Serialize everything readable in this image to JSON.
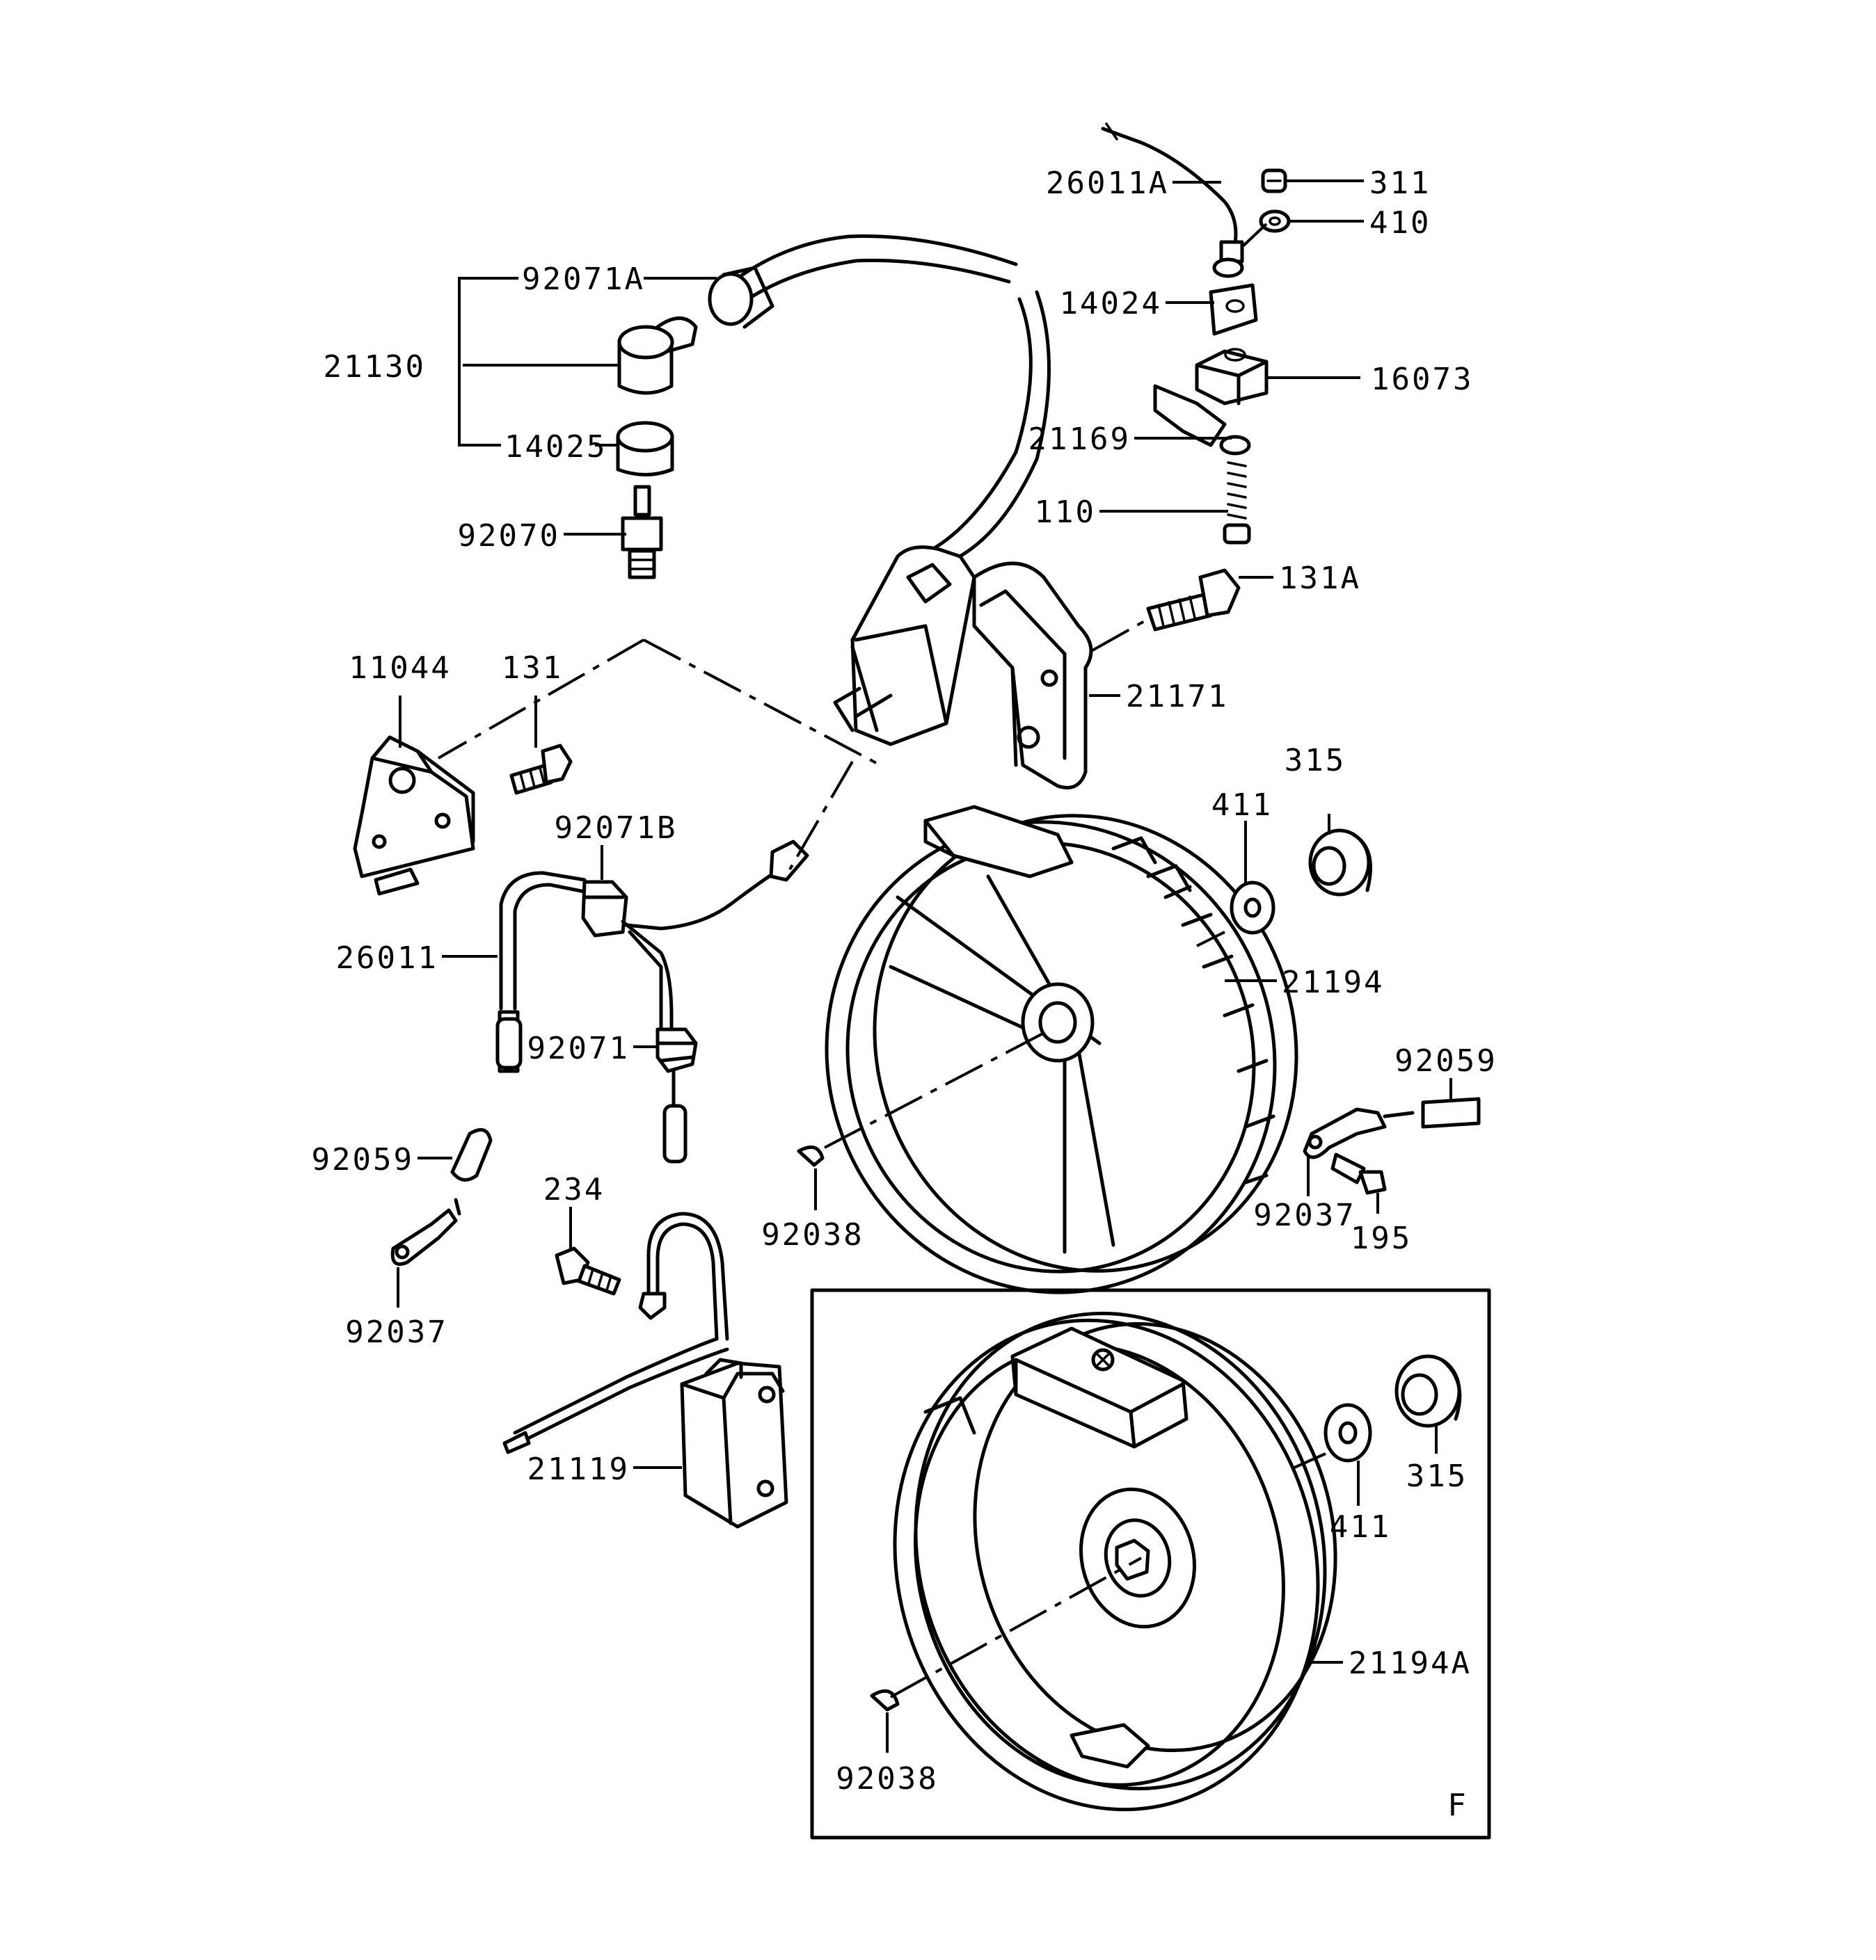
{
  "labels": {
    "p26011A": "26011A",
    "p311": "311",
    "p410": "410",
    "p92071A": "92071A",
    "p14024": "14024",
    "p21130": "21130",
    "p16073": "16073",
    "p14025": "14025",
    "p21169": "21169",
    "p110": "110",
    "p92070": "92070",
    "p131A": "131A",
    "p11044": "11044",
    "p131": "131",
    "p21171": "21171",
    "p315a": "315",
    "p411a": "411",
    "p92071B": "92071B",
    "p26011": "26011",
    "p21194": "21194",
    "p92071": "92071",
    "p92059a": "92059",
    "p92059b": "92059",
    "p92037a": "92037",
    "p92037b": "92037",
    "p195": "195",
    "p234": "234",
    "p92038a": "92038",
    "p21119": "21119",
    "p315b": "315",
    "p411b": "411",
    "p21194A": "21194A",
    "p92038b": "92038",
    "inset_letter": "F"
  }
}
